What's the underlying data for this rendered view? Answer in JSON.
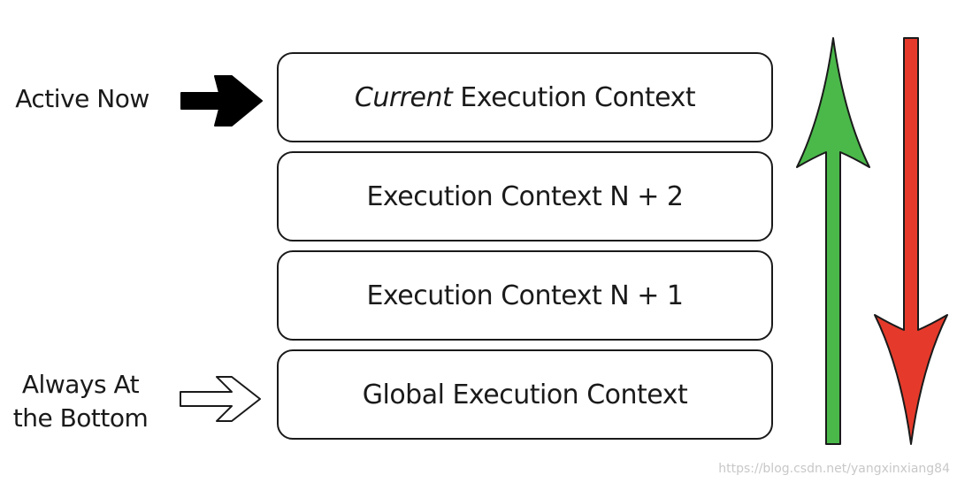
{
  "labels": {
    "active_now": "Active Now",
    "always_bottom": "Always At\nthe Bottom"
  },
  "stack": [
    {
      "italic_prefix": "Current",
      "label": " Execution Context"
    },
    {
      "italic_prefix": "",
      "label": "Execution Context N + 2"
    },
    {
      "italic_prefix": "",
      "label": "Execution Context N + 1"
    },
    {
      "italic_prefix": "",
      "label": "Global Execution Context"
    }
  ],
  "arrows": {
    "up_color": "#4ab94a",
    "down_color": "#e53a2b",
    "solid_arrow_color": "#000000"
  },
  "watermark": "https://blog.csdn.net/yangxinxiang84"
}
